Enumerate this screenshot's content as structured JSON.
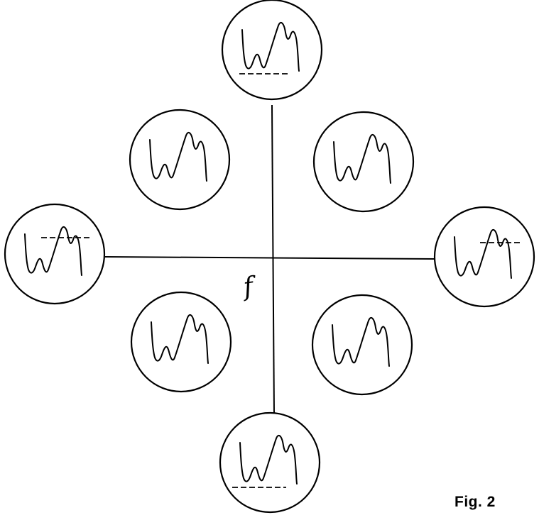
{
  "figure": {
    "caption": "Fig. 2",
    "axis_symbol": "f",
    "panels": [
      {
        "id": "top",
        "dashed_baseline": true
      },
      {
        "id": "upper-left",
        "dashed_baseline": false
      },
      {
        "id": "upper-right",
        "dashed_baseline": false
      },
      {
        "id": "left",
        "dashed_baseline": true
      },
      {
        "id": "right",
        "dashed_baseline": true
      },
      {
        "id": "lower-left",
        "dashed_baseline": false
      },
      {
        "id": "lower-right",
        "dashed_baseline": false
      },
      {
        "id": "bottom",
        "dashed_baseline": true
      }
    ]
  }
}
